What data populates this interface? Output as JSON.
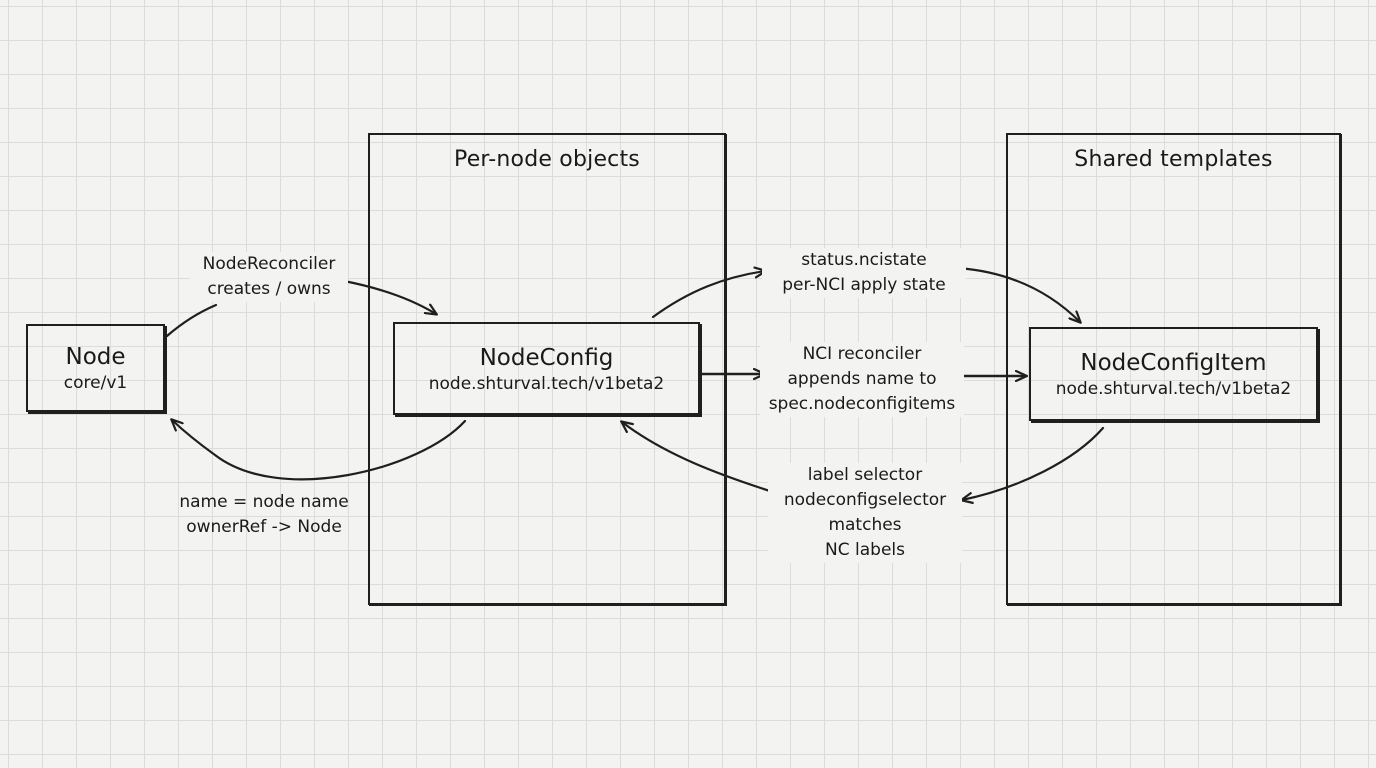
{
  "containers": {
    "per_node": {
      "title": "Per-node objects"
    },
    "shared": {
      "title": "Shared templates"
    }
  },
  "nodes": {
    "node": {
      "title": "Node",
      "subtitle": "core/v1"
    },
    "nodeconfig": {
      "title": "NodeConfig",
      "subtitle": "node.shturval.tech/v1beta2"
    },
    "nodeconfigitem": {
      "title": "NodeConfigItem",
      "subtitle": "node.shturval.tech/v1beta2"
    }
  },
  "edges": {
    "node_reconciler": {
      "lines": [
        "NodeReconciler",
        "creates / owns"
      ]
    },
    "owner": {
      "lines": [
        "name = node name",
        "ownerRef -> Node"
      ]
    },
    "status": {
      "lines": [
        "status.ncistate",
        "per-NCI apply state"
      ]
    },
    "nci_reconciler": {
      "lines": [
        "NCI reconciler",
        "appends name to",
        "spec.nodeconfigitems"
      ]
    },
    "selector": {
      "lines": [
        "label selector",
        "nodeconfigselector",
        "matches",
        "NC labels"
      ]
    }
  },
  "colors": {
    "ink": "#1f1f1f",
    "paper": "#f3f3f1",
    "grid": "#dcdcda"
  }
}
